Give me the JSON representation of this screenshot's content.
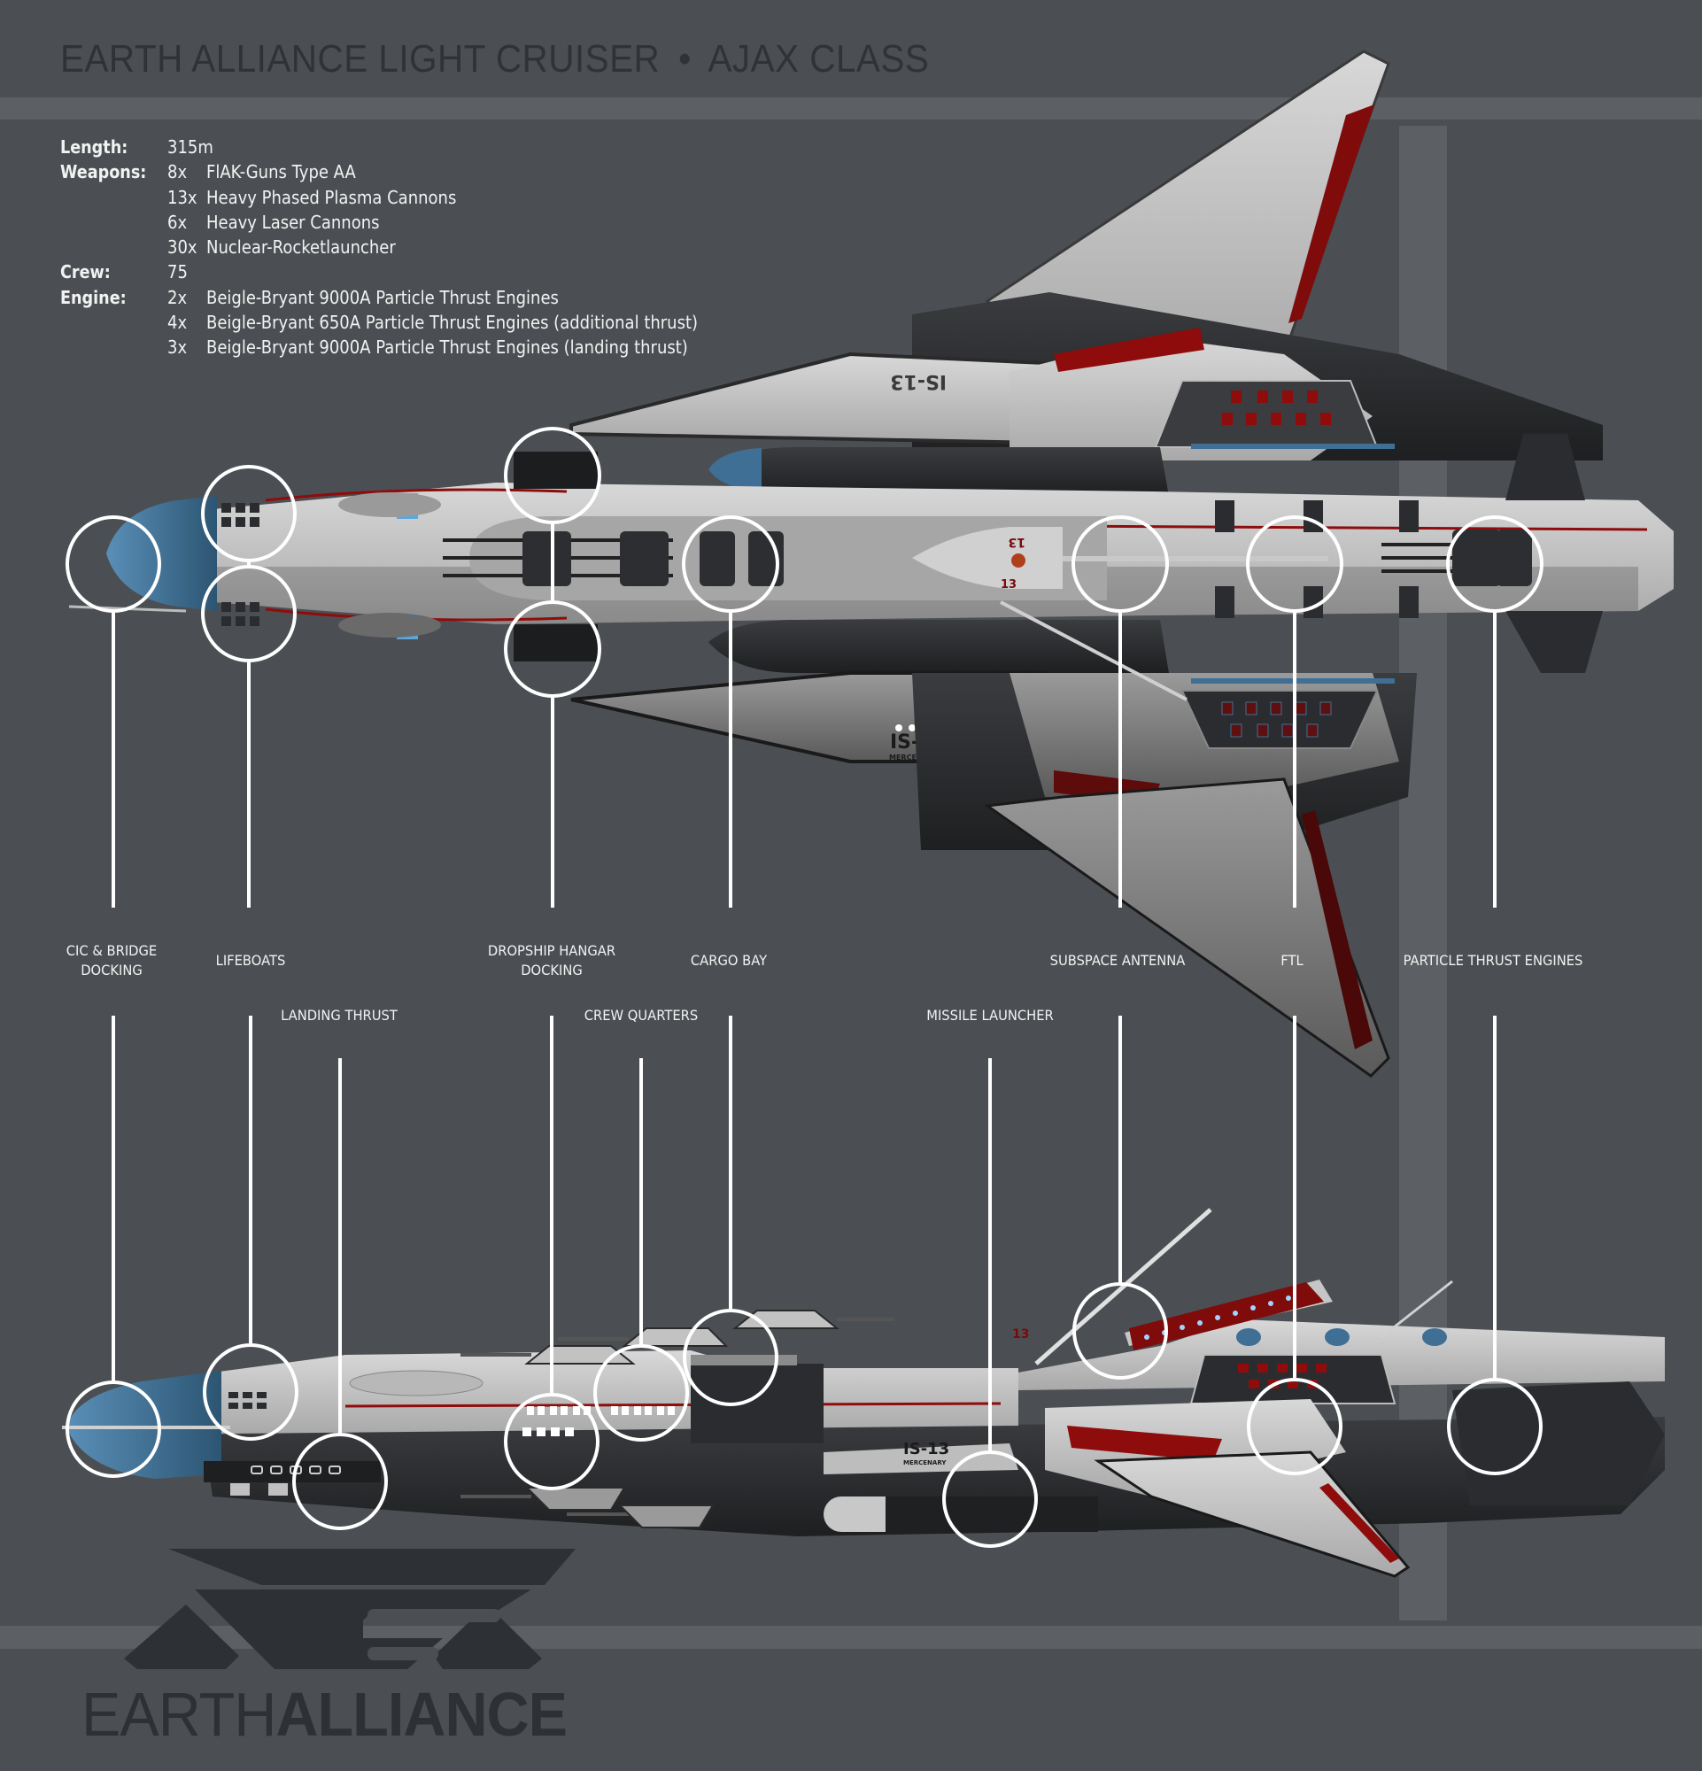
{
  "title": {
    "bold": "EARTH ALLIANCE LIGHT CRUISER",
    "separator": "•",
    "light": "AJAX CLASS"
  },
  "specs": [
    {
      "label": "Length:",
      "qty": "",
      "text": "315m"
    },
    {
      "label": "Weapons:",
      "qty": "8x",
      "text": "FlAK-Guns Type AA"
    },
    {
      "label": "",
      "qty": "13x",
      "text": "Heavy Phased Plasma Cannons"
    },
    {
      "label": "",
      "qty": "6x",
      "text": "Heavy Laser Cannons"
    },
    {
      "label": "",
      "qty": "30x",
      "text": "Nuclear-Rocketlauncher"
    },
    {
      "label": "Crew:",
      "qty": "",
      "text": "75"
    },
    {
      "label": "Engine:",
      "qty": "2x",
      "text": "Beigle-Bryant 9000A Particle Thrust Engines"
    },
    {
      "label": "",
      "qty": "4x",
      "text": "Beigle-Bryant 650A Particle Thrust Engines (additional thrust)"
    },
    {
      "label": "",
      "qty": "3x",
      "text": "Beigle-Bryant 9000A Particle Thrust Engines (landing thrust)"
    }
  ],
  "callouts_top_view": [
    {
      "line1": "CIC & BRIDGE",
      "line2": "DOCKING"
    },
    {
      "line1": "LIFEBOATS",
      "line2": ""
    },
    {
      "line1": "DROPSHIP HANGAR",
      "line2": "DOCKING"
    },
    {
      "line1": "CARGO BAY",
      "line2": ""
    },
    {
      "line1": "SUBSPACE ANTENNA",
      "line2": ""
    },
    {
      "line1": "FTL",
      "line2": ""
    },
    {
      "line1": "PARTICLE THRUST ENGINES",
      "line2": ""
    }
  ],
  "callouts_side_view": [
    {
      "line1": "LANDING THRUST"
    },
    {
      "line1": "CREW QUARTERS"
    },
    {
      "line1": "MISSILE LAUNCHER"
    }
  ],
  "hull_markings": {
    "registry": "IS-13",
    "designation": "MERCENARY",
    "hull_number": "13"
  },
  "logo": {
    "light": "EARTH",
    "bold": "ALLIANCE"
  },
  "colors": {
    "background": "#4b4f53",
    "band": "#5c6064",
    "hull_light": "#c9c9c9",
    "hull_dark": "#2a2c2f",
    "accent_red": "#8e0c0c",
    "accent_blue": "#3f6f95",
    "callout": "#ffffff",
    "logo": "#2d3034"
  }
}
